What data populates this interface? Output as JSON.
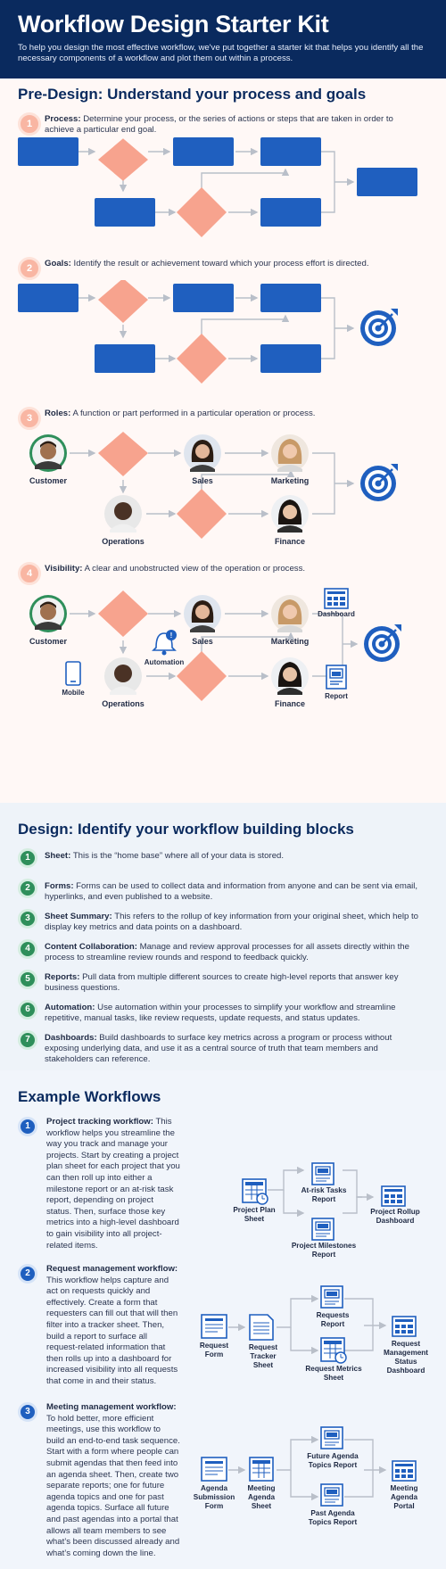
{
  "header": {
    "title": "Workflow Design Starter Kit",
    "subtitle": "To help you design the most effective workflow, we've put together a starter kit that helps you identify all the necessary components of a workflow and plot them out within a process."
  },
  "predesign": {
    "title": "Pre-Design: Understand your process and goals",
    "steps": [
      {
        "num": "1",
        "term": "Process:",
        "desc": " Determine your process, or the series of actions or steps that are taken in order to achieve a particular end goal."
      },
      {
        "num": "2",
        "term": "Goals:",
        "desc": " Identify the result or achievement toward which your process effort is directed."
      },
      {
        "num": "3",
        "term": "Roles:",
        "desc": " A function or part performed in a particular operation or process."
      },
      {
        "num": "4",
        "term": "Visibility:",
        "desc": " A clear and unobstructed view of the operation or process."
      }
    ],
    "roles": {
      "customer": "Customer",
      "sales": "Sales",
      "marketing": "Marketing",
      "operations": "Operations",
      "finance": "Finance"
    },
    "visibility_extras": {
      "dashboard": "Dashboard",
      "automation": "Automation",
      "mobile": "Mobile",
      "report": "Report"
    }
  },
  "design": {
    "title": "Design: Identify your workflow building blocks",
    "items": [
      {
        "num": "1",
        "term": "Sheet:",
        "desc": " This is the “home base” where all of your data is stored."
      },
      {
        "num": "2",
        "term": "Forms:",
        "desc": " Forms can be used to collect data and information from anyone and can be sent via email, hyperlinks, and even published to a website."
      },
      {
        "num": "3",
        "term": "Sheet Summary:",
        "desc": " This refers to the rollup of key information from your original sheet, which help to display key metrics and data points on a dashboard."
      },
      {
        "num": "4",
        "term": "Content Collaboration:",
        "desc": " Manage and review approval processes for all assets directly within the process to streamline review rounds and respond to feedback quickly."
      },
      {
        "num": "5",
        "term": "Reports:",
        "desc": " Pull data from multiple different sources to create high-level reports that answer key business questions."
      },
      {
        "num": "6",
        "term": "Automation:",
        "desc": " Use automation within your processes to simplify your workflow and streamline repetitive, manual tasks, like review requests, update requests, and status updates."
      },
      {
        "num": "7",
        "term": "Dashboards:",
        "desc": " Build dashboards to surface key metrics across a program or process without exposing underlying data, and use it as a central source of truth that team members and stakeholders can reference."
      }
    ]
  },
  "examples": {
    "title": "Example Workflows",
    "items": [
      {
        "num": "1",
        "term": "Project tracking workflow:",
        "desc": " This workflow helps you streamline the way you track and manage your projects. Start by creating a project plan sheet for each project that you can then roll up into either a milestone report or an at-risk task report, depending on project status. Then, surface those key metrics into a high-level dashboard to gain visibility into all project-related items."
      },
      {
        "num": "2",
        "term": "Request management workflow:",
        "desc": " This workflow helps capture and act on requests quickly and effectively. Create a form that requesters can fill out that will then filter into a tracker sheet. Then, build a report to surface all request-related information that then rolls up into a dashboard for increased visibility into all requests that come in and their status."
      },
      {
        "num": "3",
        "term": "Meeting management workflow:",
        "desc": " To hold better, more efficient meetings, use this workflow to build an end-to-end task sequence. Start with a form where people can submit agendas that then feed into an agenda sheet. Then, create two separate reports; one for future agenda topics and one for past agenda topics. Surface all future and past agendas into a portal that allows all team members to see what’s been discussed already and what’s coming down the line."
      }
    ],
    "wf1": {
      "plan": "Project Plan Sheet",
      "atrisk": "At-risk Tasks Report",
      "milestones": "Project Milestones Report",
      "dashboard": "Project Rollup Dashboard"
    },
    "wf2": {
      "form": "Request Form",
      "tracker": "Request Tracker Sheet",
      "requests": "Requests Report",
      "metrics": "Request Metrics Sheet",
      "dashboard": "Request Management Status Dashboard"
    },
    "wf3": {
      "form": "Agenda Submission Form",
      "sheet": "Meeting Agenda Sheet",
      "future": "Future Agenda Topics Report",
      "past": "Past Agenda Topics Report",
      "portal": "Meeting Agenda Portal"
    }
  },
  "colors": {
    "navy": "#0a2a5e",
    "blue": "#1f5fbf",
    "salmon": "#f7a38e",
    "green": "#2f8f5b",
    "gray_arrow": "#b9bfc9"
  }
}
